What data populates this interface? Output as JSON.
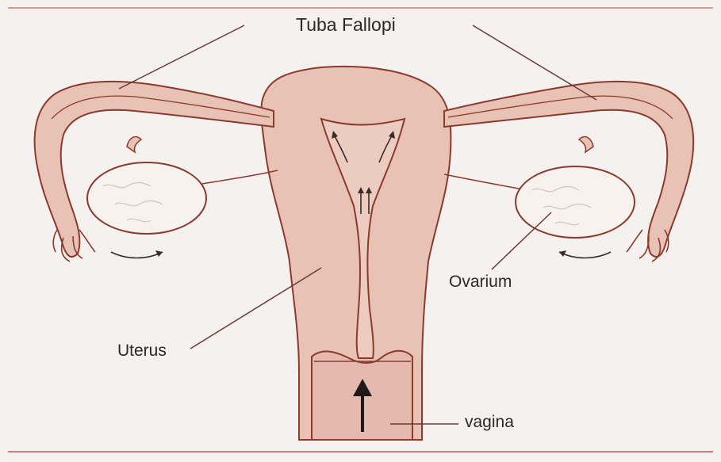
{
  "labels": {
    "tuba": "Tuba Fallopi",
    "ovarium": "Ovarium",
    "uterus": "Uterus",
    "vagina": "vagina"
  },
  "colors": {
    "background": "#f4f1ef",
    "border": "#d27a78",
    "tissue": "#e9c2b6",
    "tissue_light": "#f0d6cc",
    "outline": "#8b3a2e",
    "leader": "#6b3a33",
    "ovary": "#f8f2ee",
    "arrow": "#3b2a28"
  },
  "icons": {
    "arrow_up": "arrow-up-icon",
    "arrow_curved": "curved-arrow-icon"
  }
}
